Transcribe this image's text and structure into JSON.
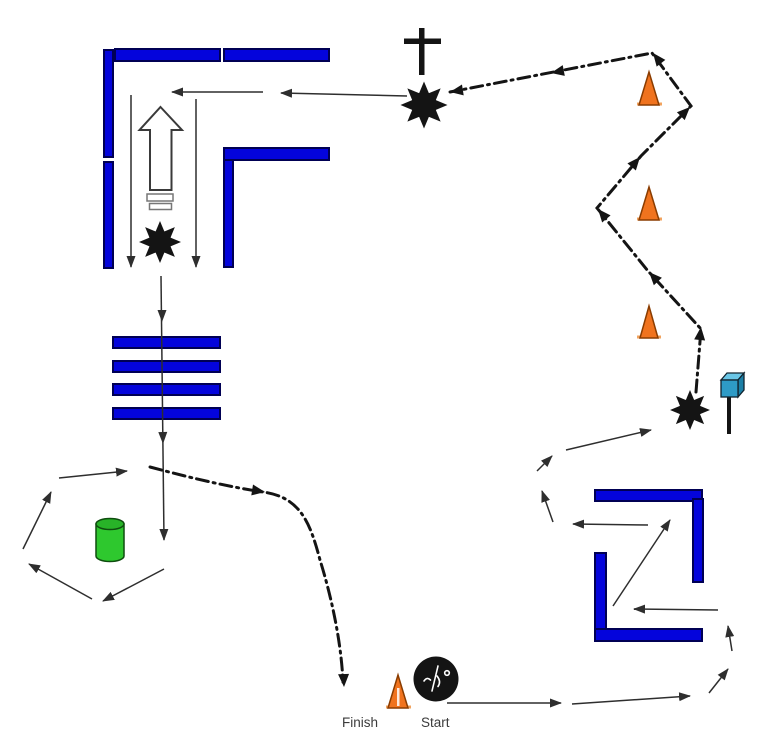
{
  "diagram": {
    "type": "robot-obstacle-course-map",
    "labels": {
      "finish": "Finish",
      "start": "Start"
    },
    "colors": {
      "wall": "#0404DC",
      "wall_border": "#000054",
      "cone": "#F0731E",
      "cone_border": "#8A3C00",
      "cone_base": "#F2A35E",
      "cylinder": "#2EC82E",
      "cylinder_top": "#28B328",
      "cylinder_border": "#0E4D0E",
      "cube_front": "#2E9BC6",
      "cube_top": "#6AC6E6",
      "cube_side": "#1B7FA6",
      "ink": "#141414",
      "route": "#2E2E2E",
      "label_text": "#3B3B3B",
      "background": "#FFFFFF"
    },
    "icons": {
      "cross": "cross-icon",
      "starburst": "starburst-icon",
      "traffic_cone": "traffic-cone-icon",
      "green_cylinder": "green-cylinder-icon",
      "cube_flag": "cube-flag-icon",
      "start_marker": "start-marker-icon",
      "big_up_arrow": "up-arrow-icon"
    },
    "counts": {
      "slalom_cones": 3,
      "starbursts": 3,
      "ladder_bars": 4
    }
  }
}
